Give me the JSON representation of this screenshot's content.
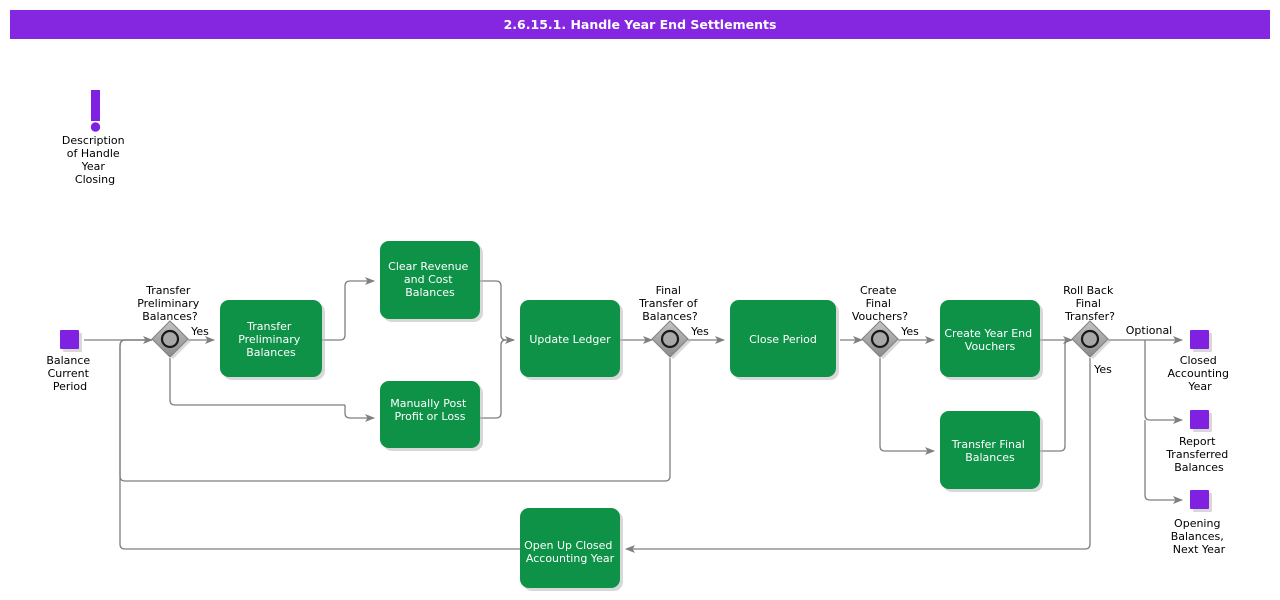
{
  "window": {
    "title": "2.6.15.1. Handle Year End Settlements",
    "title_bar_color": "#8527e0"
  },
  "theme": {
    "task_fill": "#0e9247",
    "task_text": "#ffffff",
    "event_fill": "#8020e0",
    "gateway_fill": "#999999",
    "line_color": "#7f7f7f",
    "background": "#ffffff"
  },
  "annotation": {
    "icon": "exclamation-mark-icon",
    "label": "Description\nof Handle\nYear\nClosing",
    "lines": [
      "Description",
      "of Handle",
      "Year",
      "Closing"
    ]
  },
  "nodes": {
    "start_event": {
      "type": "start-event",
      "label_lines": [
        "Balance",
        "Current",
        "Period"
      ]
    },
    "gateways": [
      {
        "id": "gw-transfer-preliminary",
        "label_lines": [
          "Transfer",
          "Preliminary",
          "Balances?"
        ]
      },
      {
        "id": "gw-final-transfer",
        "label_lines": [
          "Final",
          "Transfer of",
          "Balances?"
        ]
      },
      {
        "id": "gw-create-final-vouchers",
        "label_lines": [
          "Create",
          "Final",
          "Vouchers?"
        ]
      },
      {
        "id": "gw-roll-back-final-transfer",
        "label_lines": [
          "Roll Back",
          "Final",
          "Transfer?"
        ]
      }
    ],
    "tasks": [
      {
        "id": "task-transfer-preliminary-balances",
        "label_lines": [
          "Transfer",
          "Preliminary",
          "Balances"
        ]
      },
      {
        "id": "task-clear-revenue-and-cost-balances",
        "label_lines": [
          "Clear Revenue",
          "and Cost",
          "Balances"
        ]
      },
      {
        "id": "task-manually-post-profit-or-loss",
        "label_lines": [
          "Manually Post",
          "Profit or Loss"
        ]
      },
      {
        "id": "task-update-ledger",
        "label_lines": [
          "Update Ledger"
        ]
      },
      {
        "id": "task-close-period",
        "label_lines": [
          "Close Period"
        ]
      },
      {
        "id": "task-create-year-end-vouchers",
        "label_lines": [
          "Create Year End",
          "Vouchers"
        ]
      },
      {
        "id": "task-transfer-final-balances",
        "label_lines": [
          "Transfer Final",
          "Balances"
        ]
      },
      {
        "id": "task-open-up-closed-accounting-year",
        "label_lines": [
          "Open Up Closed",
          "Accounting Year"
        ]
      }
    ],
    "end_events": [
      {
        "id": "end-closed-accounting-year",
        "label_lines": [
          "Closed",
          "Accounting",
          "Year"
        ]
      },
      {
        "id": "end-report-transferred-balances",
        "label_lines": [
          "Report",
          "Transferred",
          "Balances"
        ]
      },
      {
        "id": "end-opening-balances-next-year",
        "label_lines": [
          "Opening",
          "Balances,",
          "Next Year"
        ]
      }
    ]
  },
  "edge_labels": {
    "yes_transfer_preliminary": "Yes",
    "yes_final_transfer": "Yes",
    "yes_create_final_vouchers": "Yes",
    "optional_roll_back": "Optional",
    "yes_roll_back": "Yes"
  }
}
